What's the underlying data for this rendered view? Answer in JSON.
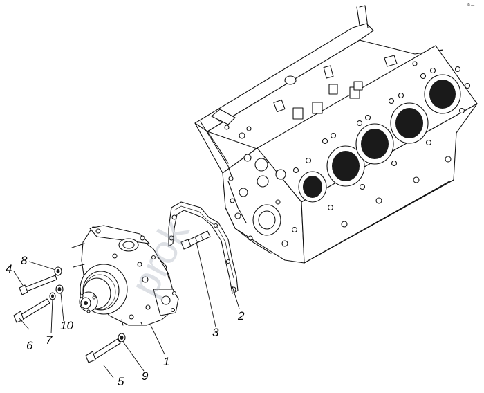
{
  "corner_mark": "© —",
  "watermark": "prοk",
  "callouts": [
    {
      "id": "1",
      "label": "1"
    },
    {
      "id": "2",
      "label": "2"
    },
    {
      "id": "3",
      "label": "3"
    },
    {
      "id": "4",
      "label": "4"
    },
    {
      "id": "5",
      "label": "5"
    },
    {
      "id": "6",
      "label": "6"
    },
    {
      "id": "7",
      "label": "7"
    },
    {
      "id": "8",
      "label": "8"
    },
    {
      "id": "9",
      "label": "9"
    },
    {
      "id": "10",
      "label": "10"
    }
  ]
}
